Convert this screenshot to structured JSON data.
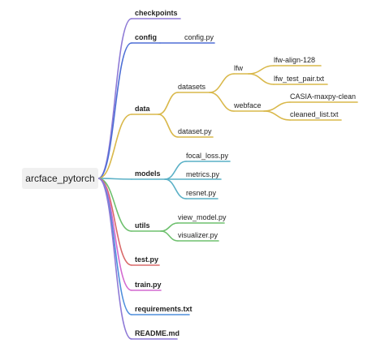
{
  "root": "arcface_pytorch",
  "colors": {
    "checkpoints": "#8e7ad6",
    "config": "#4e6fd6",
    "data": "#d9b84a",
    "models": "#5ab0c6",
    "utils": "#6ec06e",
    "test": "#d96a6a",
    "train": "#d46ad0",
    "requirements": "#4f8fdc",
    "readme": "#8e7ad6"
  },
  "nodes": {
    "checkpoints": "checkpoints",
    "config": "config",
    "config_py": "config.py",
    "data": "data",
    "datasets": "datasets",
    "lfw": "lfw",
    "lfw_align": "lfw-align-128",
    "lfw_pair": "lfw_test_pair.txt",
    "webface": "webface",
    "casia": "CASIA-maxpy-clean",
    "cleaned": "cleaned_list.txt",
    "dataset_py": "dataset.py",
    "models": "models",
    "focal_loss": "focal_loss.py",
    "metrics": "metrics.py",
    "resnet": "resnet.py",
    "utils": "utils",
    "view_model": "view_model.py",
    "visualizer": "visualizer.py",
    "test_py": "test.py",
    "train_py": "train.py",
    "requirements": "requirements.txt",
    "readme": "README.md"
  }
}
